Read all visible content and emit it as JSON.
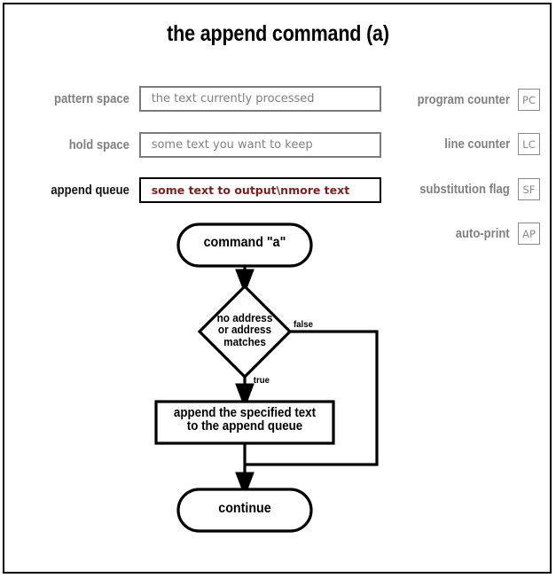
{
  "title": "the append command (a)",
  "registers": [
    {
      "id": "pattern",
      "label": "pattern space",
      "value": "the text currently processed",
      "active": false
    },
    {
      "id": "hold",
      "label": "hold space",
      "value": "some text you want to keep",
      "active": false
    },
    {
      "id": "append",
      "label": "append queue",
      "value": "some text to output\\nmore text",
      "active": true
    }
  ],
  "flags": [
    {
      "id": "pc",
      "label": "program counter",
      "abbr": "PC"
    },
    {
      "id": "lc",
      "label": "line counter",
      "abbr": "LC"
    },
    {
      "id": "sf",
      "label": "substitution flag",
      "abbr": "SF"
    },
    {
      "id": "ap",
      "label": "auto-print",
      "abbr": "AP"
    }
  ],
  "flowchart": {
    "start": "command \"a\"",
    "decision": "no address\nor address\nmatches",
    "action": "append the specified text\nto the append queue",
    "end": "continue",
    "edge_true": "true",
    "edge_false": "false"
  },
  "colors": {
    "inactive_gray": "#808080",
    "active_text": "#7c1f1f",
    "border_gray": "#7a7a7a",
    "ink": "#000000"
  }
}
